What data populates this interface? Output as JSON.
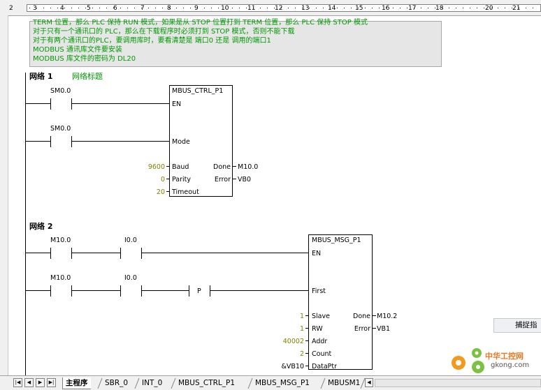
{
  "ruler": {
    "left_label": "2",
    "marks": [
      "3",
      "4",
      "5",
      "6",
      "7",
      "8",
      "9",
      "10",
      "11",
      "12",
      "13",
      "14",
      "15",
      "16",
      "17",
      "18",
      "20",
      "21"
    ]
  },
  "comment_lines": [
    "TERM 位置，那么 PLC 保持 RUN 模式，如果是从 STOP 位置打到 TERM 位置，那么 PLC 保持 STOP 模式",
    "对于只有一个通讯口的 PLC，那么在下载程序时必须打到 STOP 模式，否则不能下载",
    "对于有两个通讯口的PLC，要调用库时，要看清楚是 端口0 还是 调用的端口1",
    "MODBUS 通讯库文件要安装",
    "MODBUS 库文件的密码为  DL20"
  ],
  "network1": {
    "label": "网络 1",
    "title": "网络标题",
    "contact1": "SM0.0",
    "contact2": "SM0.0",
    "block": {
      "name": "MBUS_CTRL_P1",
      "en": "EN",
      "mode": "Mode",
      "baud": "Baud",
      "parity": "Parity",
      "timeout": "Timeout",
      "done": "Done",
      "error": "Error",
      "baud_val": "9600",
      "parity_val": "0",
      "timeout_val": "20",
      "done_val": "M10.0",
      "error_val": "VB0"
    }
  },
  "network2": {
    "label": "网络 2",
    "c1a": "M10.0",
    "c1b": "I0.0",
    "c2a": "M10.0",
    "c2b": "I0.0",
    "p": "P",
    "block": {
      "name": "MBUS_MSG_P1",
      "en": "EN",
      "first": "First",
      "slave": "Slave",
      "rw": "RW",
      "addr": "Addr",
      "count": "Count",
      "dataptr": "DataPtr",
      "done": "Done",
      "error": "Error",
      "slave_val": "1",
      "rw_val": "1",
      "addr_val": "40002",
      "count_val": "2",
      "dataptr_val": "&VB10",
      "done_val": "M10.2",
      "error_val": "VB1"
    }
  },
  "tooltip_button": "捕捉指",
  "watermark": {
    "cn": "中华工控网",
    "url": "gkong.com"
  },
  "tabs": [
    "主程序",
    "SBR_0",
    "INT_0",
    "MBUS_CTRL_P1",
    "MBUS_MSG_P1",
    "MBUSM1"
  ],
  "colors": {
    "comment_text": "#009900",
    "operand_value": "#808000",
    "wire": "#000000"
  }
}
